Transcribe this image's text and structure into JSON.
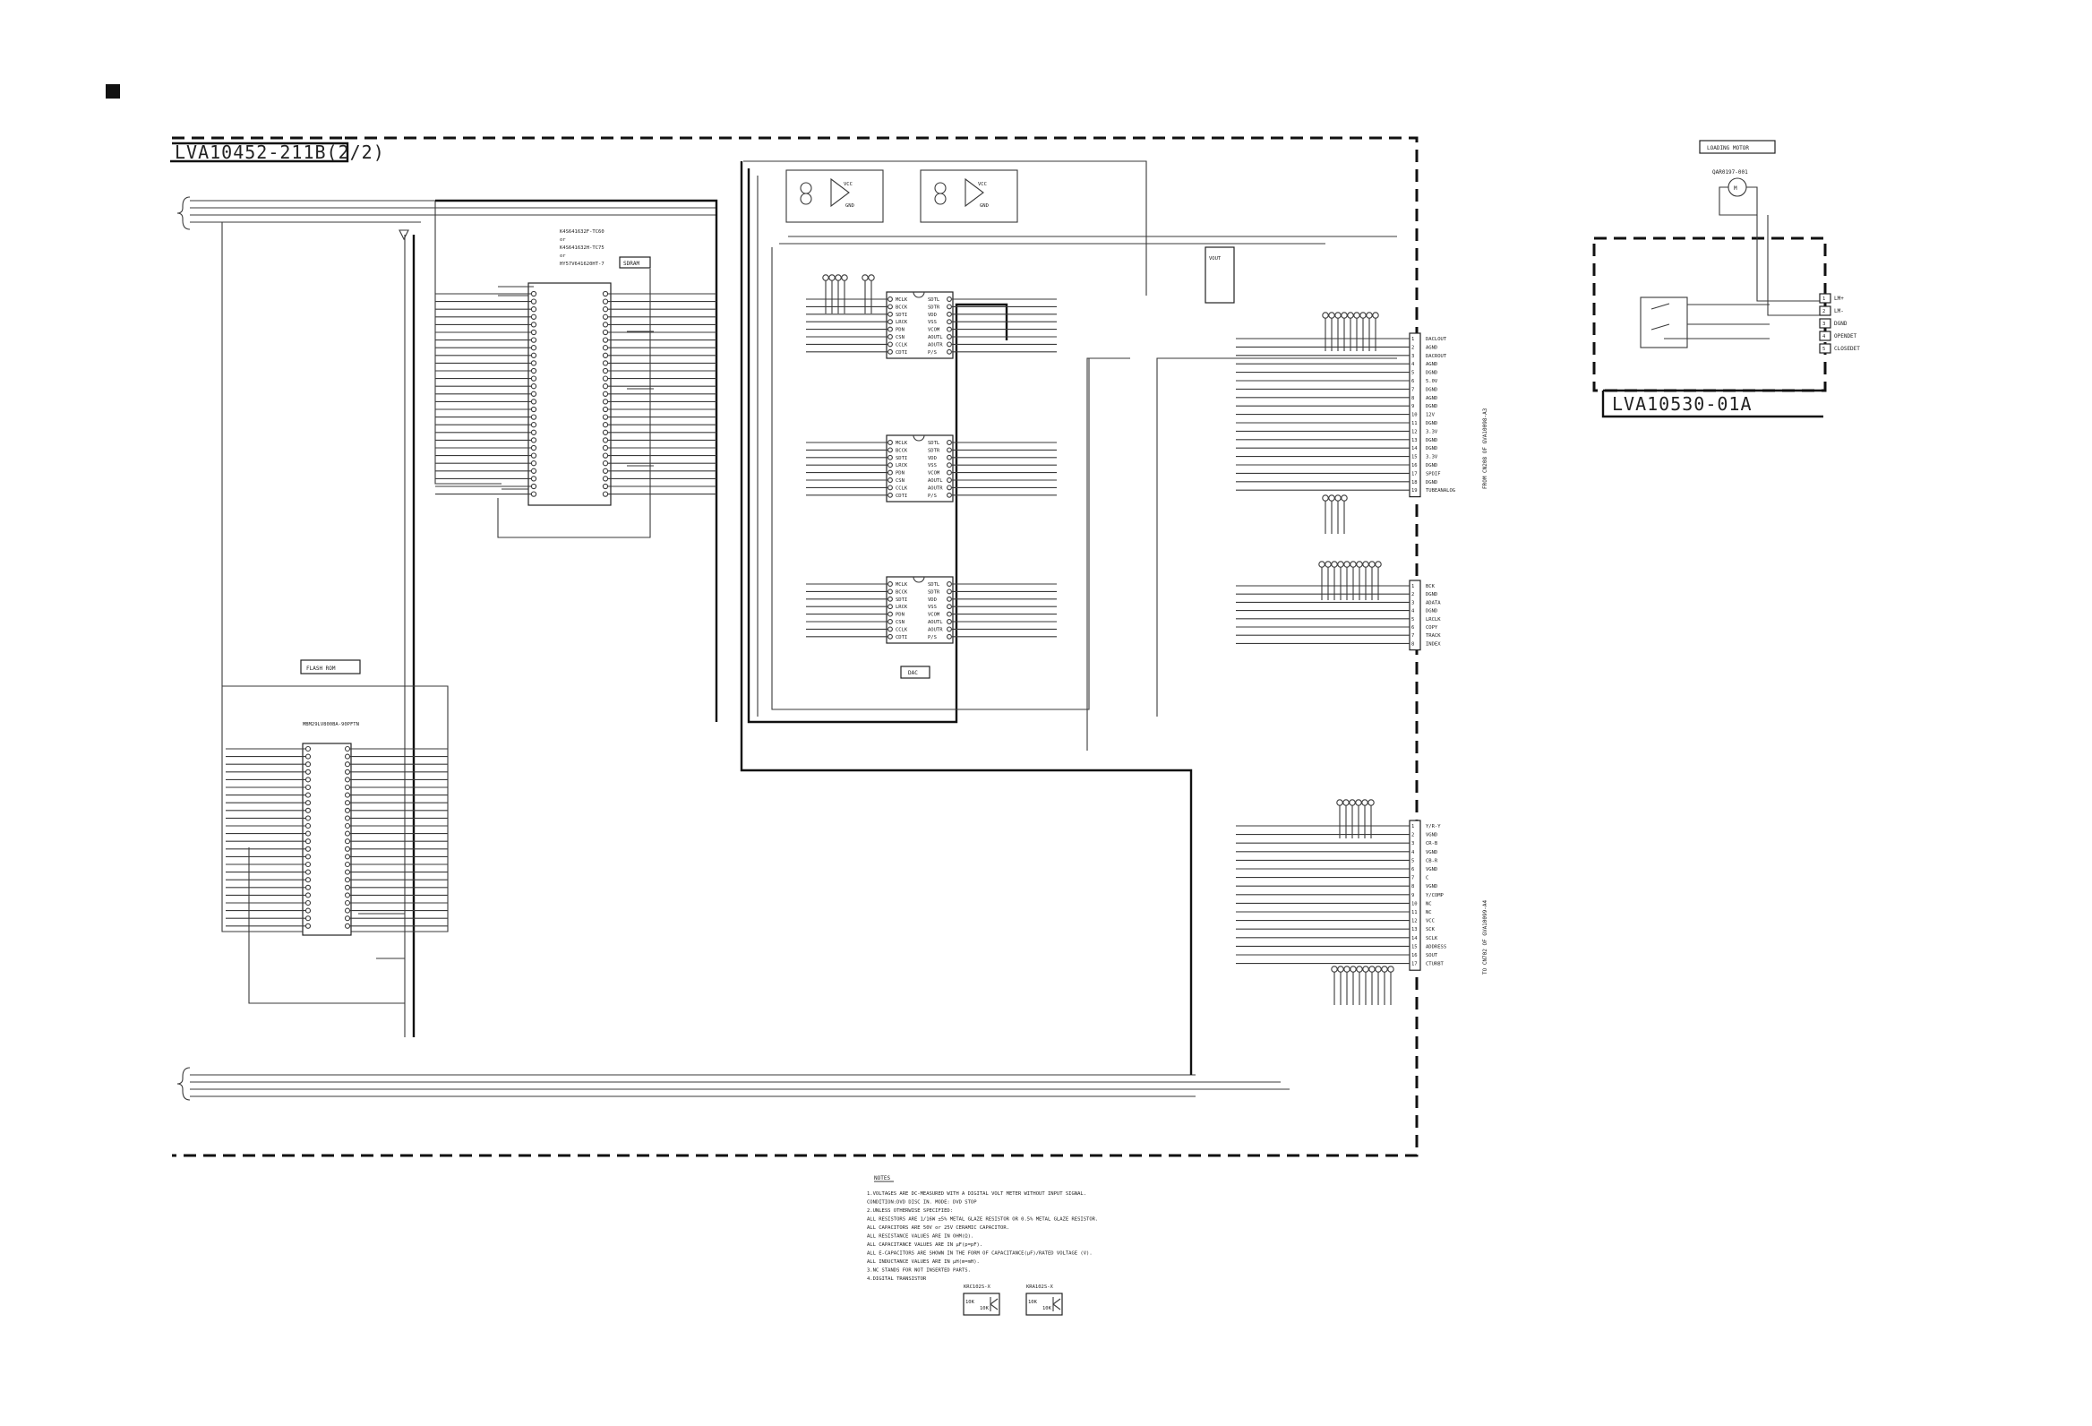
{
  "board_main": {
    "title": "LVA10452-211B(2/2)"
  },
  "board_sub": {
    "title": "LVA10530-01A"
  },
  "blocks": {
    "sdram": "SDRAM",
    "flash": "FLASH ROM",
    "dac": "DAC",
    "loading_motor": "LOADING MOTOR",
    "motor_part": "QAR0197-001",
    "motor_symbol": "M"
  },
  "sdram_part_lines": [
    "K4S641632F-TC60",
    "or",
    "K4S641632H-TC75",
    "or",
    "HY57V641620HT-7"
  ],
  "flash_part": "MBM29LV800BA-90PFTN",
  "motor_connector": [
    "LM+",
    "LM-",
    "DGND",
    "OPENDET",
    "CLOSEDET"
  ],
  "motor_connector_pins": [
    "1",
    "2",
    "3",
    "4",
    "5"
  ],
  "connector_a": {
    "signals": [
      "DACLOUT",
      "AGND",
      "DACROUT",
      "AGND",
      "DGND",
      "5.0V",
      "DGND",
      "AGND",
      "DGND",
      "12V",
      "DGND",
      "3.3V",
      "DGND",
      "DGND",
      "3.3V",
      "DGND",
      "SPDIF",
      "DGND",
      "TUBEANALOG"
    ],
    "note": "FROM CN208 OF GVA10098-A3"
  },
  "connector_b": {
    "signals": [
      "BCK",
      "DGND",
      "ADATA",
      "DGND",
      "LRCLK",
      "COPY",
      "TRACK",
      "INDEX"
    ]
  },
  "connector_c": {
    "signals": [
      "Y/R-Y",
      "VGND",
      "CR-B",
      "VGND",
      "CB-R",
      "VGND",
      "C",
      "VGND",
      "Y/COMP",
      "NC",
      "NC",
      "VCC",
      "SCK",
      "SCLK",
      "ADDRESS",
      "SOUT",
      "CTURBT"
    ],
    "note": "TO CN702 OF GVA10099-A4"
  },
  "dac_pins_left": [
    "MCLK",
    "BCCK",
    "SDTI",
    "LRCK",
    "PDN",
    "CSN",
    "CCLK",
    "CDTI"
  ],
  "dac_pins_right": [
    "SDTL",
    "SDTR",
    "VDD",
    "VSS",
    "VCOM",
    "AOUTL",
    "AOUTR",
    "P/S"
  ],
  "notes": {
    "heading": "NOTES",
    "lines": [
      "1.VOLTAGES ARE DC-MEASURED WITH A DIGITAL VOLT METER WITHOUT INPUT SIGNAL.",
      "  CONDITION:DVD DISC IN.     MODE: DVD STOP",
      "2.UNLESS OTHERWISE SPECIFIED:",
      "  ALL RESISTORS ARE 1/16W ±5% METAL GLAZE RESISTOR OR 0.5% METAL GLAZE RESISTOR.",
      "  ALL CAPACITORS ARE 50V or 25V CERAMIC CAPACITOR.",
      "  ALL RESISTANCE VALUES ARE IN OHM(Ω).",
      "  ALL CAPACITANCE VALUES ARE IN μF(p=pF).",
      "  ALL E-CAPACITORS ARE SHOWN IN THE FORM OF CAPACITANCE(μF)/RATED VOLTAGE (V).",
      "  ALL INDUCTANCE VALUES ARE IN μH(m=mH).",
      "3.NC STANDS FOR NOT INSERTED PARTS.",
      "4.DIGITAL TRANSISTOR"
    ]
  },
  "transistors": [
    {
      "part": "KRC102S-X",
      "r1": "10K",
      "r2": "10K"
    },
    {
      "part": "KRA102S-X",
      "r1": "10K",
      "r2": "10K"
    }
  ]
}
